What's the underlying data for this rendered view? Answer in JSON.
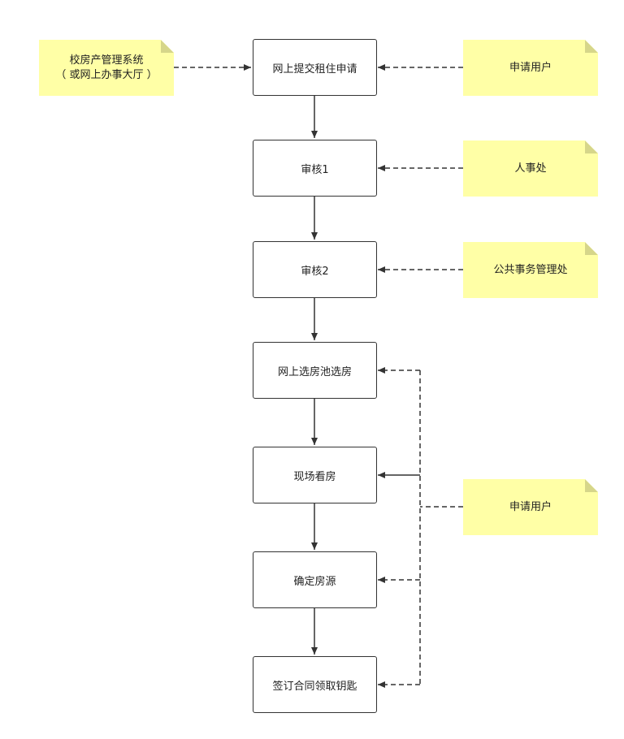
{
  "colors": {
    "note_fill": "#ffffa6",
    "note_fold": "#d6d68a",
    "box_border": "#333333",
    "line": "#333333"
  },
  "steps": [
    {
      "label": "网上提交租住申请"
    },
    {
      "label": "审核1"
    },
    {
      "label": "审核2"
    },
    {
      "label": "网上选房池选房"
    },
    {
      "label": "现场看房"
    },
    {
      "label": "确定房源"
    },
    {
      "label": "签订合同领取钥匙"
    }
  ],
  "notes": {
    "system": {
      "line1": "校房产管理系统",
      "line2": "（ 或网上办事大厅 ）"
    },
    "applicant_top": {
      "label": "申请用户"
    },
    "hr_office": {
      "label": "人事处"
    },
    "public_affairs": {
      "label": "公共事务管理处"
    },
    "applicant_bottom": {
      "label": "申请用户"
    }
  }
}
